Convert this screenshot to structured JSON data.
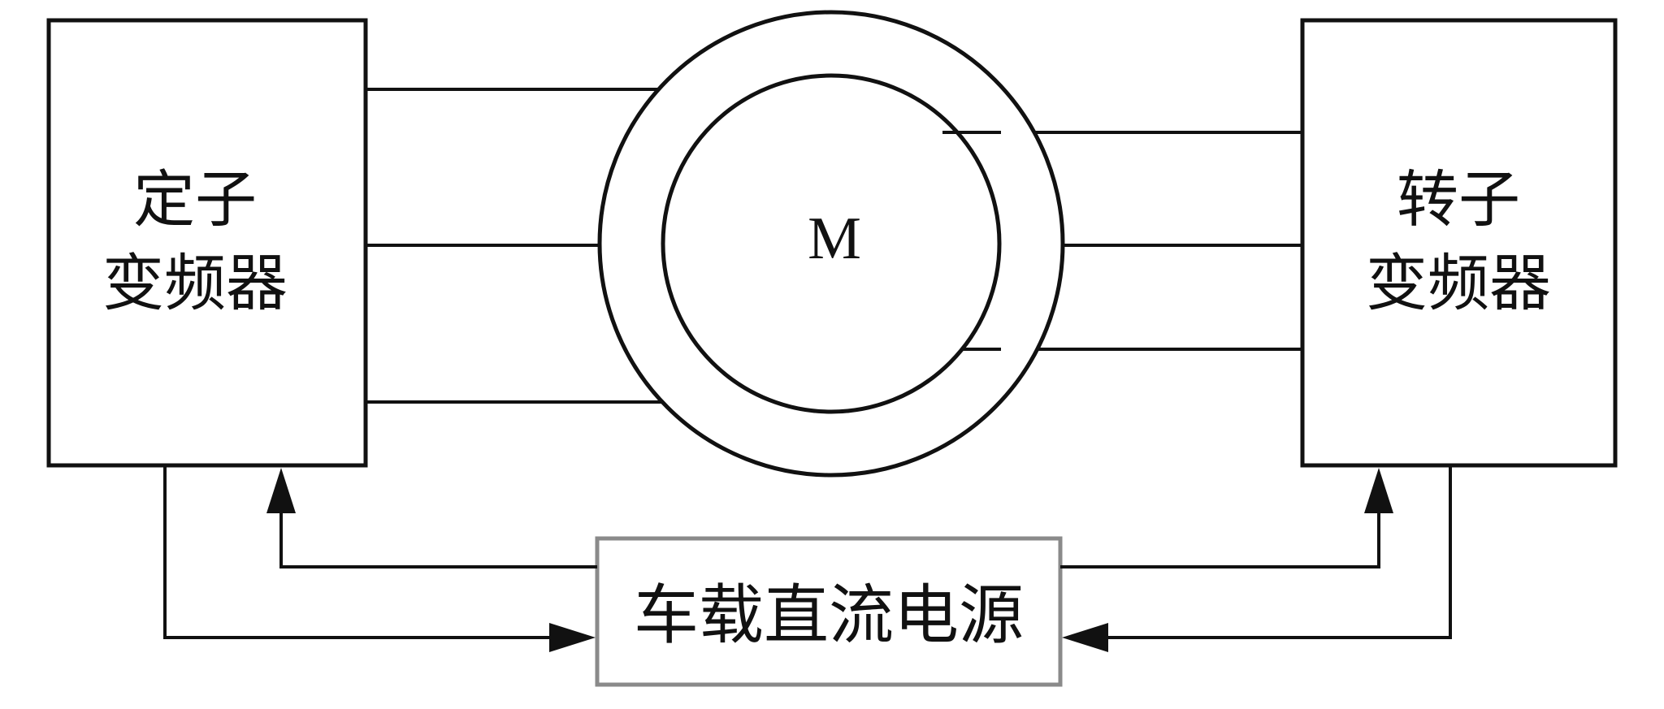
{
  "stator_converter": {
    "line1": "定子",
    "line2": "变频器"
  },
  "rotor_converter": {
    "line1": "转子",
    "line2": "变频器"
  },
  "motor": {
    "label": "M"
  },
  "power_supply": {
    "label": "车载直流电源"
  }
}
